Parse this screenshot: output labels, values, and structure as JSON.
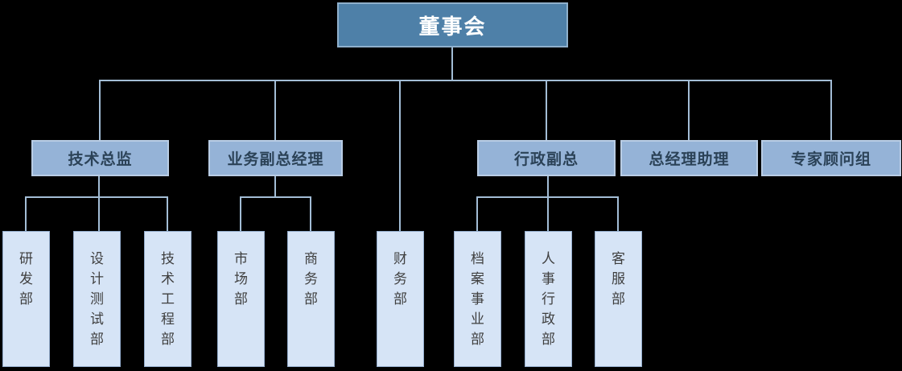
{
  "diagram": {
    "type": "org-chart",
    "background": "#000000"
  },
  "colors": {
    "level1_fill": "#4E80A8",
    "level1_border": "#8FB0CC",
    "level1_text": "#FFFFFF",
    "level2_fill": "#95B3D7",
    "level2_border": "#B9CDE5",
    "level2_text": "#2B4257",
    "level3_fill": "#D6E4F6",
    "level3_border": "#95AECE",
    "level3_text": "#3F3F3F",
    "connector": "#A3BDD6"
  },
  "nodes": {
    "board": {
      "label": "董事会",
      "level": 1,
      "parent": null
    },
    "tech_director": {
      "label": "技术总监",
      "level": 2,
      "parent": "董事会"
    },
    "business_deputy_gm": {
      "label": "业务副总经理",
      "level": 2,
      "parent": "董事会"
    },
    "admin_deputy": {
      "label": "行政副总",
      "level": 2,
      "parent": "董事会"
    },
    "gm_assistant": {
      "label": "总经理助理",
      "level": 2,
      "parent": "董事会"
    },
    "expert_advisory_group": {
      "label": "专家顾问组",
      "level": 2,
      "parent": "董事会"
    },
    "rnd_dept": {
      "label": "研发部",
      "level": 3,
      "parent": "技术总监"
    },
    "design_testing_dept": {
      "label": "设计测试部",
      "level": 3,
      "parent": "技术总监"
    },
    "tech_engineering_dept": {
      "label": "技术工程部",
      "level": 3,
      "parent": "技术总监"
    },
    "marketing_dept": {
      "label": "市场部",
      "level": 3,
      "parent": "业务副总经理"
    },
    "commerce_dept": {
      "label": "商务部",
      "level": 3,
      "parent": "业务副总经理"
    },
    "finance_dept": {
      "label": "财务部",
      "level": 3,
      "parent": "董事会"
    },
    "archives_business_dept": {
      "label": "档案事业部",
      "level": 3,
      "parent": "行政副总"
    },
    "hr_admin_dept": {
      "label": "人事行政部",
      "level": 3,
      "parent": "行政副总"
    },
    "customer_service_dept": {
      "label": "客服部",
      "level": 3,
      "parent": "行政副总"
    }
  }
}
